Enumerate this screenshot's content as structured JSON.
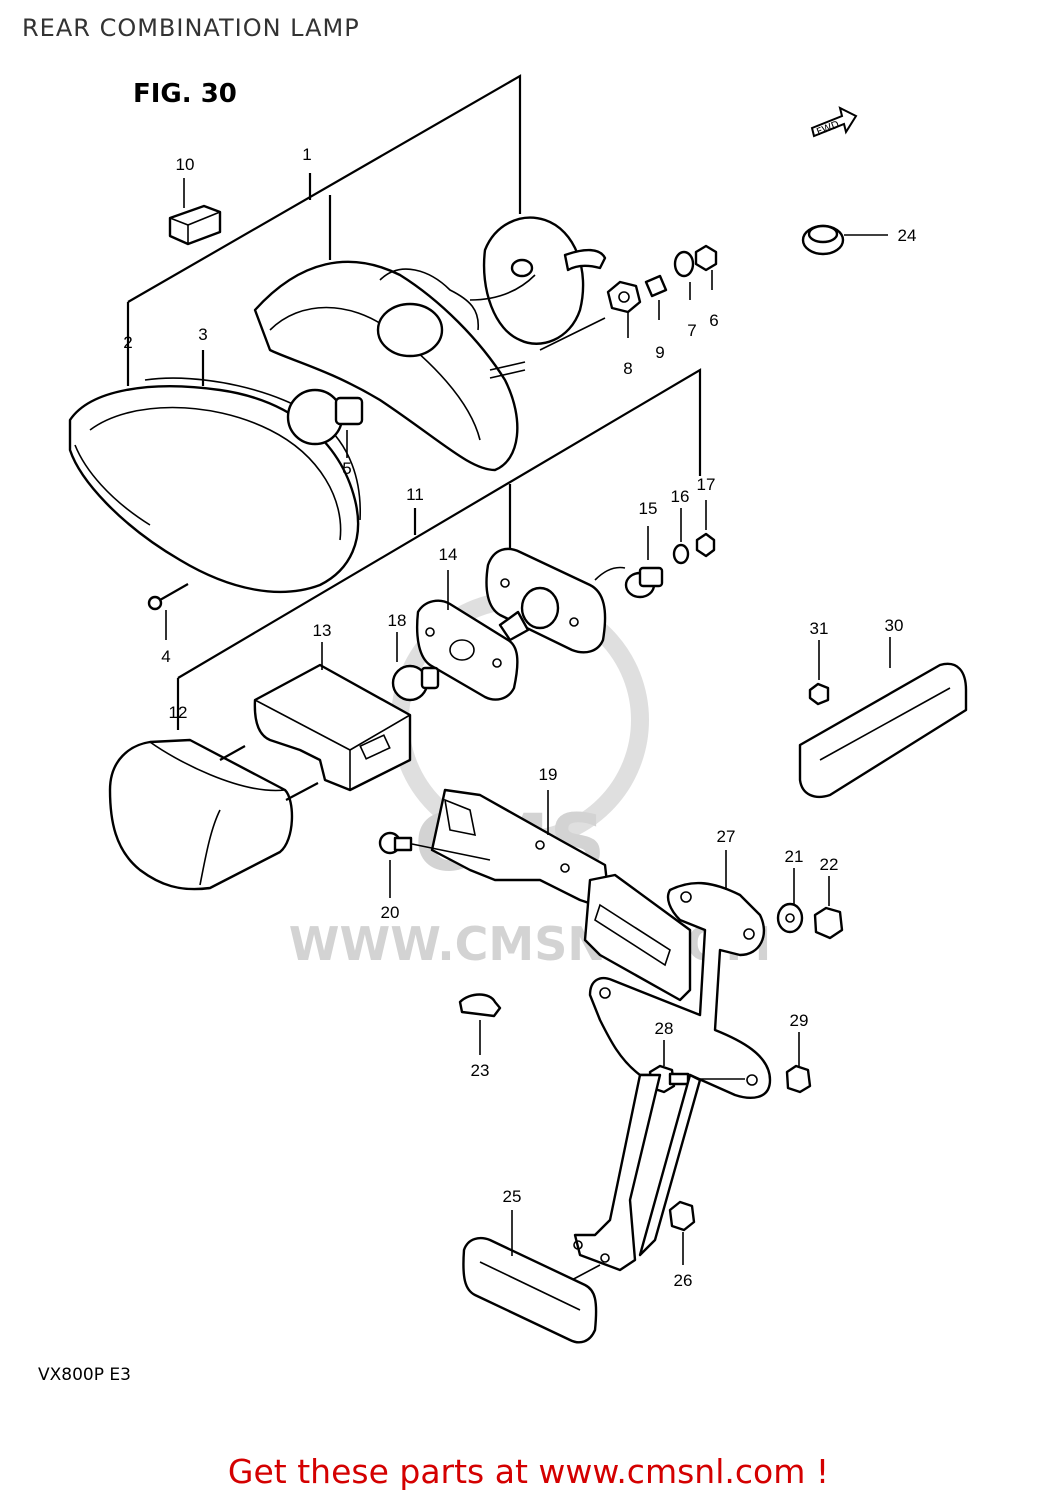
{
  "page": {
    "title": "REAR COMBINATION LAMP"
  },
  "figure": {
    "label": "FIG. 30",
    "fwd_arrow_text": "FWD",
    "model_code": "VX800P  E3"
  },
  "watermark": {
    "text": "WWW.CMSNL.COM",
    "logo_text": "CMS"
  },
  "part_numbers": [
    "1",
    "2",
    "3",
    "4",
    "5",
    "6",
    "7",
    "8",
    "9",
    "10",
    "11",
    "12",
    "13",
    "14",
    "15",
    "16",
    "17",
    "18",
    "19",
    "20",
    "21",
    "22",
    "23",
    "24",
    "25",
    "26",
    "27",
    "28",
    "29",
    "30",
    "31"
  ],
  "footer": {
    "text": "Get these parts at www.cmsnl.com !"
  },
  "colors": {
    "footer_text": "#d40000",
    "line_art": "#000000",
    "watermark": "#cfcfcf"
  }
}
